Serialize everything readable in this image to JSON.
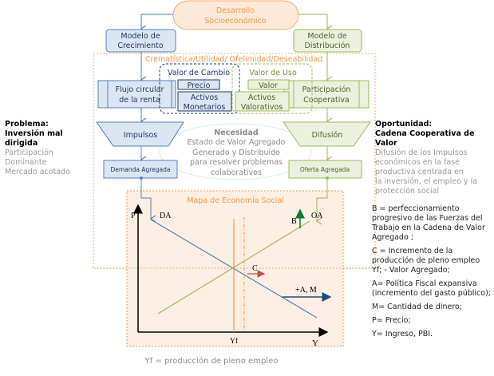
{
  "top": {
    "oval_line1": "Desarrollo",
    "oval_line2": "Socioeconómico"
  },
  "left_model": {
    "line1": "Modelo de",
    "line2": "Crecimiento"
  },
  "right_model": {
    "line1": "Modelo de",
    "line2": "Distribución"
  },
  "frame_title": "Crematística/Utilidad/ Ofelimidad/Deseabilidad",
  "valor_cambio": {
    "title": "Valor de Cambio",
    "precio": "Precio",
    "activos_1": "Activos",
    "activos_2": "Monetarios"
  },
  "valor_uso": {
    "title": "Valor de Uso",
    "valor": "Valor",
    "activos_1": "Activos",
    "activos_2": "Valorativos"
  },
  "flujo": {
    "line1": "Flujo circular",
    "line2": "de la renta"
  },
  "participacion": {
    "line1": "Participación",
    "line2": "Cooperativa"
  },
  "impulsos": "Impulsos",
  "difusion": "Difusión",
  "demanda": "Demanda Agregada",
  "oferta": "Oferta Agregada",
  "necesidad": {
    "title": "Necesidad",
    "lines": [
      "Estado de Valor Agregado",
      "Generado y Distribuido",
      "para  resolver problemas",
      "colaborativos"
    ]
  },
  "chart": {
    "title": "Mapa de Economía Social",
    "y_axis": "P",
    "x_axis": "Y",
    "yf": "Yf",
    "da": "DA",
    "oa": "OA",
    "b": "B",
    "c": "C",
    "am": "+A, M"
  },
  "caption": "Yf = producción de pleno empleo",
  "problema": {
    "title": "Problema:",
    "subtitle": " Inversión mal dirigida",
    "line1": "Participación  Dominante",
    "line2": "Mercado acotado"
  },
  "oportunidad": {
    "title": "Oportunidad:",
    "subtitle": "Cadena Cooperativa de Valor",
    "lines": [
      "Difusión de los Impulsos",
      "económicos en la fase",
      "productiva centrada en",
      " la inversión, el empleo y la",
      "protección social"
    ]
  },
  "notes": [
    "B = perfeccionamiento progresivo de las Fuerzas del Trabajo en la Cadena de Valor Agregado ;",
    "C = Incremento de la producción de pleno empleo Yf; - Valor Agregado;",
    "A= Política Fiscal expansiva (incremento del gasto público);",
    "M= Cantidad de dinero;",
    "P= Precio;",
    "Y= Ingreso, PBI."
  ],
  "colors": {
    "blue": "#4f81bd",
    "green": "#9bbb59",
    "orange": "#f79646",
    "chart_bg": "#fdeee4",
    "dark_blue": "#1f4e79",
    "dark_green": "#007a33"
  }
}
